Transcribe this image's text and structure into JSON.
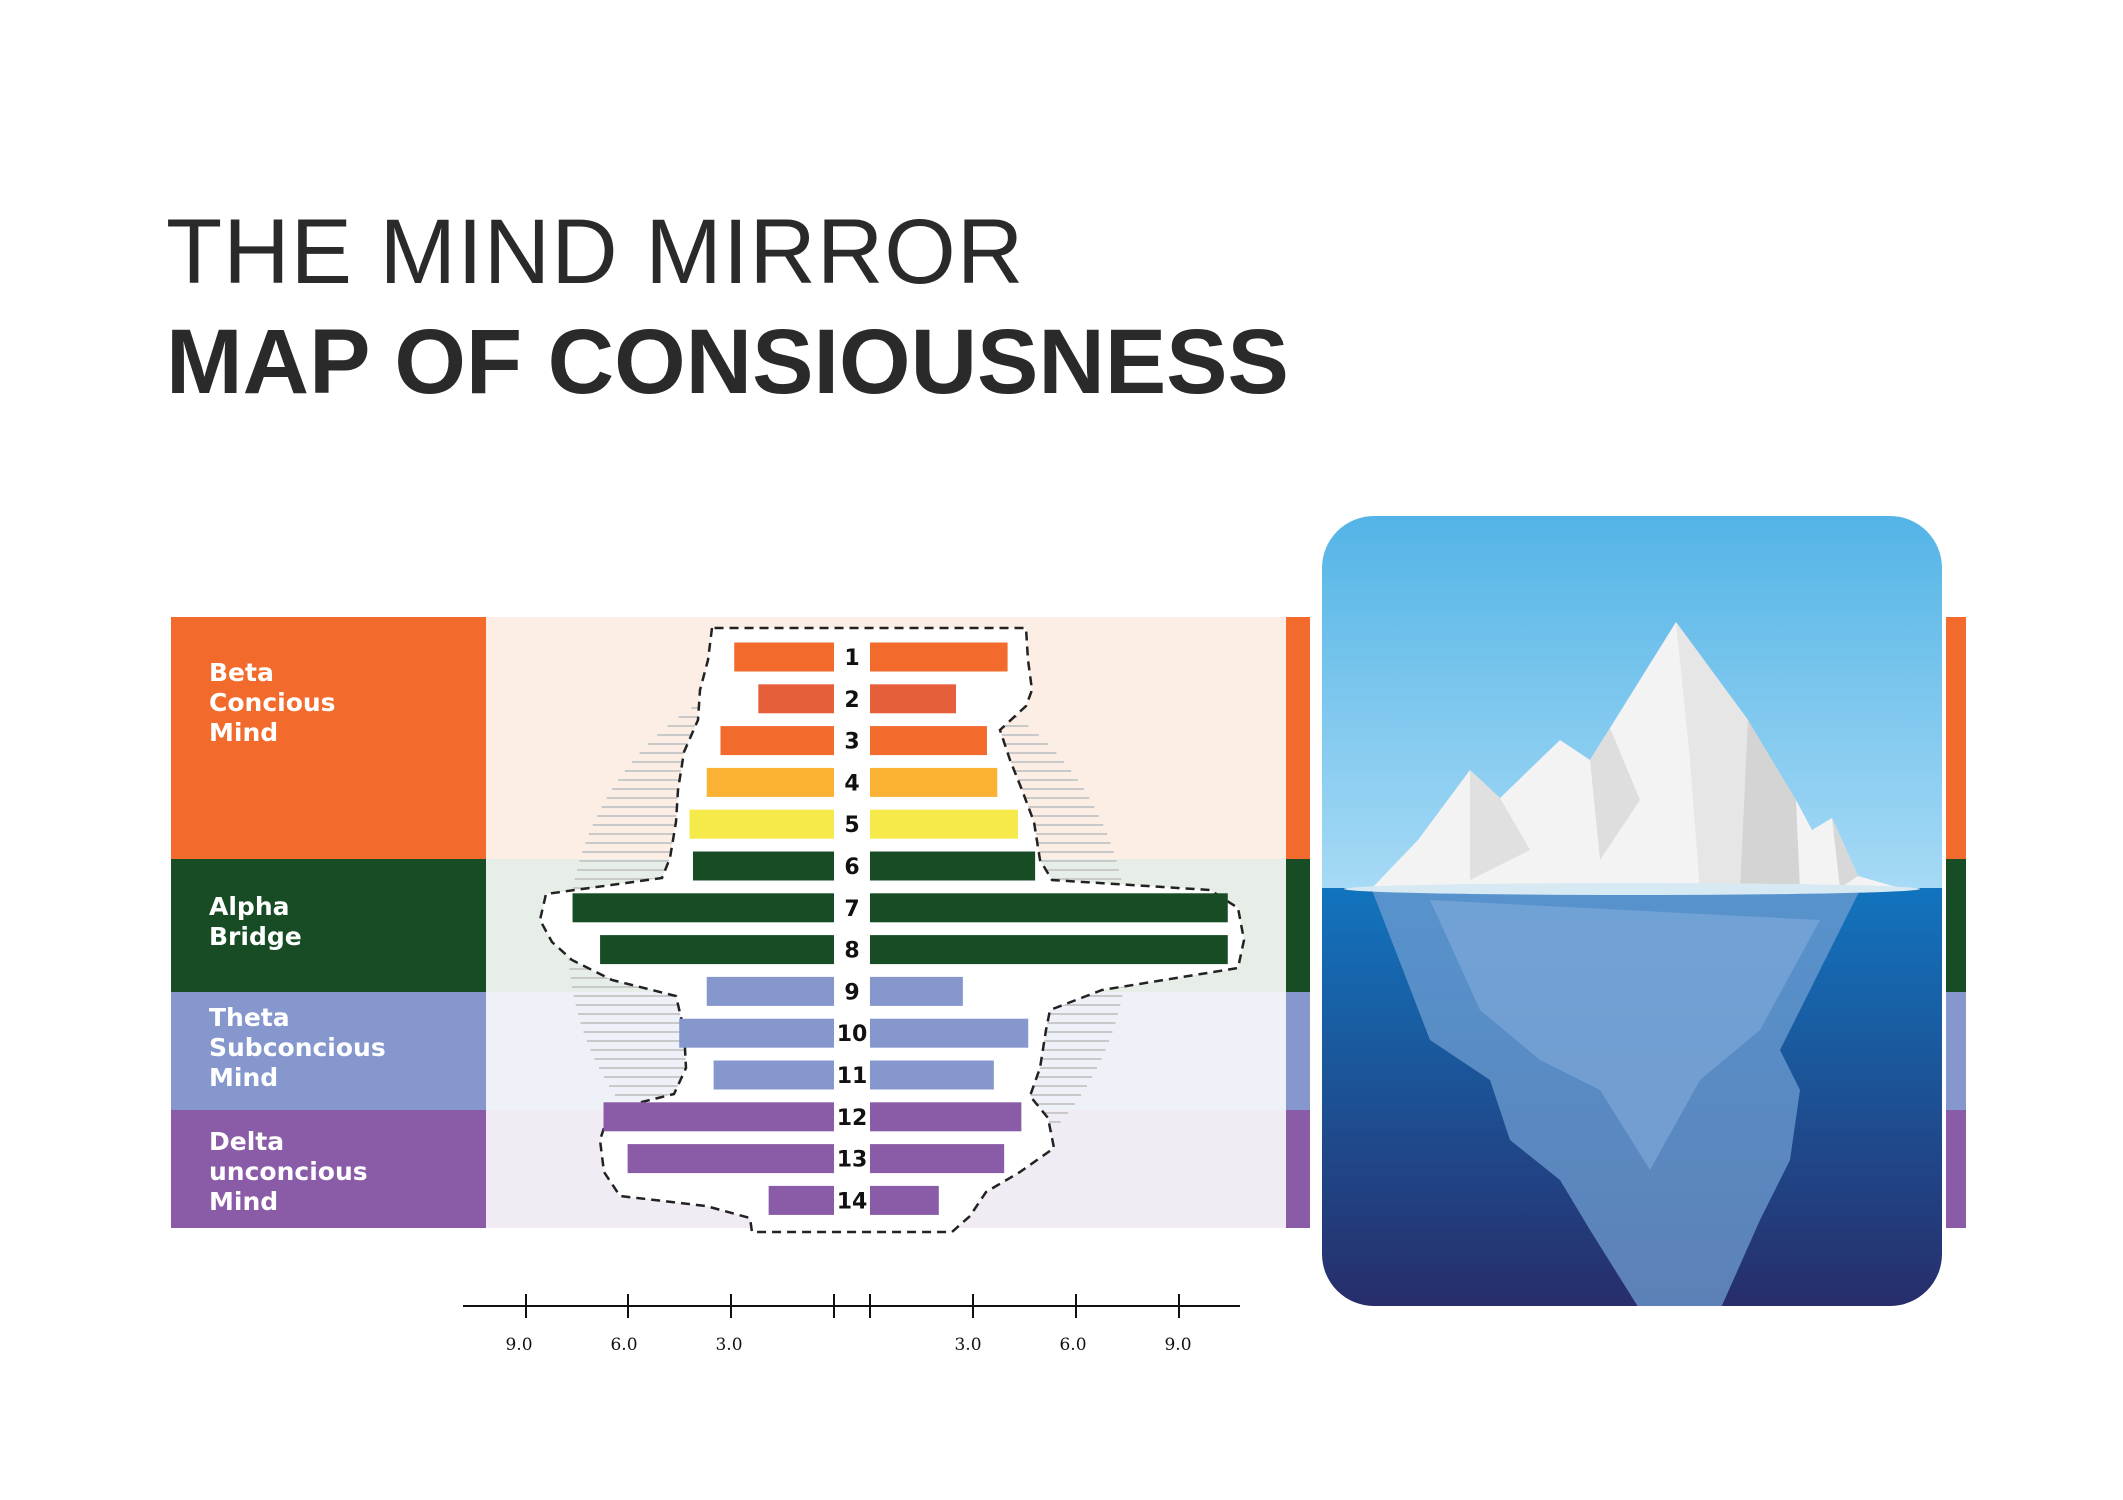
{
  "header": {
    "title_line1": "THE MIND MIRROR",
    "title_line2": "MAP OF CONSIOUSNESS"
  },
  "colors": {
    "beta": "#f26a2c",
    "beta_light": "#fdeee5",
    "alpha": "#174c24",
    "alpha_light": "#e7eee8",
    "theta": "#8597cc",
    "theta_light": "#eff1f8",
    "delta": "#8a5ba6",
    "delta_light": "#f1ecf4",
    "sky_top": "#53b4e6",
    "sky_bottom": "#a7daf6",
    "water_top": "#1274be",
    "water_bottom": "#272d6a"
  },
  "bands": [
    {
      "label": "Beta\nConcious\nMind",
      "color_key": "beta"
    },
    {
      "label": "Alpha\nBridge",
      "color_key": "alpha"
    },
    {
      "label": "Theta\nSubconcious\nMind",
      "color_key": "theta"
    },
    {
      "label": "Delta\nunconcious\nMind",
      "color_key": "delta"
    }
  ],
  "chart_data": {
    "type": "bar",
    "title": "",
    "categories": [
      "1",
      "2",
      "3",
      "4",
      "5",
      "6",
      "7",
      "8",
      "9",
      "10",
      "11",
      "12",
      "13",
      "14"
    ],
    "series": [
      {
        "side": "left",
        "values": [
          2.9,
          2.2,
          3.3,
          3.7,
          4.2,
          4.1,
          7.6,
          6.8,
          3.7,
          4.5,
          3.5,
          6.7,
          6.0,
          1.9
        ]
      },
      {
        "side": "right",
        "values": [
          4.0,
          2.5,
          3.4,
          3.7,
          4.3,
          4.8,
          10.4,
          10.4,
          2.7,
          4.6,
          3.6,
          4.4,
          3.9,
          2.0
        ]
      }
    ],
    "bar_colors": [
      "#f26a2c",
      "#e5603a",
      "#f26a2c",
      "#fbb234",
      "#f5ea4a",
      "#174c24",
      "#174c24",
      "#174c24",
      "#8597cc",
      "#8597cc",
      "#8597cc",
      "#8a5ba6",
      "#8a5ba6",
      "#8a5ba6"
    ],
    "xaxis": {
      "ticks": [
        "9.0",
        "6.0",
        "3.0",
        "3.0",
        "6.0",
        "9.0"
      ],
      "range": [
        0,
        11
      ]
    }
  }
}
